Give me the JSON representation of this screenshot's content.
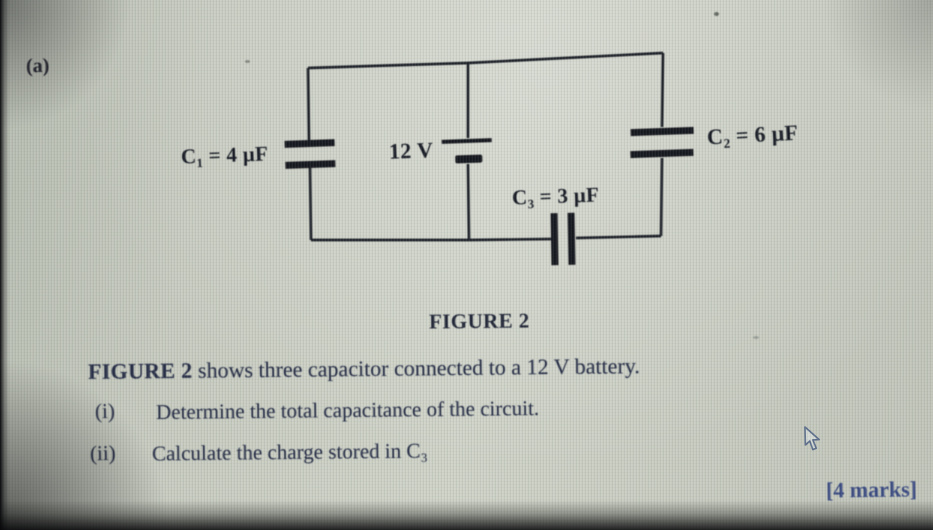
{
  "screen": {
    "part_label": "(a)",
    "figure": {
      "caption": "FIGURE 2",
      "circuit": {
        "battery_label": "12 V",
        "c1_label": "C₁ = 4 μF",
        "c2_label": "C₂ = 6 μF",
        "c3_label": "C₃ = 3 μF"
      }
    },
    "text": {
      "description_bold": "FIGURE 2",
      "description_rest": " shows three capacitor connected to a 12 V battery."
    },
    "questions": [
      {
        "number": "(i)",
        "text": "Determine the total capacitance of the circuit."
      },
      {
        "number": "(ii)",
        "text": "Calculate the charge stored in C₃"
      }
    ],
    "marks_label": "[4 marks]"
  },
  "colors": {
    "screen_bg": "#c6cabf",
    "wire_ink": "#1d2028",
    "label_ink": "#171a24",
    "body_text": "#272e47",
    "marks_text": "#3a4a82"
  }
}
